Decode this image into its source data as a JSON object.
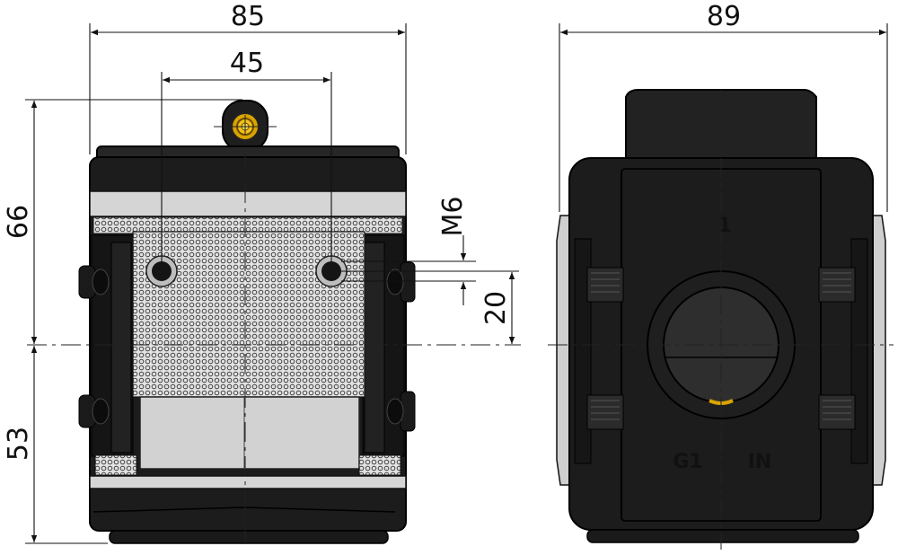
{
  "dimensions": {
    "front_width": "85",
    "hole_spacing": "45",
    "upper_height": "66",
    "lower_height": "53",
    "thread": "M6",
    "thread_offset": "20",
    "side_width": "89"
  },
  "port_labels": {
    "port_number": "1",
    "thread_size": "G1",
    "direction": "IN"
  },
  "colors": {
    "body": "#1c1c1c",
    "panel": "#d2d2d2",
    "brass": "#d9a400"
  }
}
